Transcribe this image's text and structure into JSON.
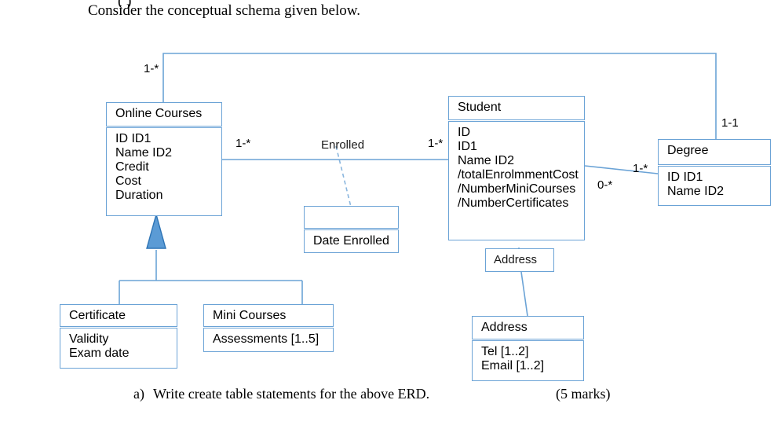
{
  "page": {
    "heading": "Consider the conceptual schema given below.",
    "question_label": "a)",
    "question_text": "Write create table statements for the above ERD.",
    "marks": "(5 marks)"
  },
  "colors": {
    "line": "#6ba3d6",
    "triangle_fill": "#5b9bd5",
    "triangle_stroke": "#2e74b5",
    "text": "#1a1a1a",
    "background": "#ffffff"
  },
  "diagram": {
    "type": "uml-class-diagram",
    "classes": [
      {
        "id": "online-courses",
        "title": "Online Courses",
        "attributes": [
          {
            "name": "ID",
            "type": "ID1"
          },
          {
            "name": "Name",
            "type": "ID2"
          },
          {
            "name": "Credit",
            "type": ""
          },
          {
            "name": "Cost",
            "type": ""
          },
          {
            "name": "Duration",
            "type": ""
          }
        ]
      },
      {
        "id": "student",
        "title": "Student",
        "attributes": [
          {
            "name": "ID",
            "type": ""
          },
          {
            "name": "ID1",
            "type": ""
          },
          {
            "name": "Name",
            "type": "ID2"
          },
          {
            "name": "/totalEnrolmmentCost",
            "type": ""
          },
          {
            "name": "/NumberMiniCourses",
            "type": ""
          },
          {
            "name": "/NumberCertificates",
            "type": ""
          }
        ]
      },
      {
        "id": "degree",
        "title": "Degree",
        "attributes": [
          {
            "name": "ID",
            "type": "ID1"
          },
          {
            "name": "Name",
            "type": "ID2"
          }
        ]
      },
      {
        "id": "certificate",
        "title": "Certificate",
        "attributes": [
          {
            "name": "Validity",
            "type": ""
          },
          {
            "name": "Exam date",
            "type": ""
          }
        ]
      },
      {
        "id": "mini-courses",
        "title": "Mini Courses",
        "attributes": [
          {
            "name": "Assessments [1..5]",
            "type": ""
          }
        ]
      },
      {
        "id": "date-enrolled",
        "title": "",
        "attributes": [
          {
            "name": "Date Enrolled",
            "type": ""
          }
        ]
      },
      {
        "id": "address-class",
        "title": "Address",
        "attributes": [
          {
            "name": "Tel [1..2]",
            "type": ""
          },
          {
            "name": "Email [1..2]",
            "type": ""
          }
        ]
      }
    ],
    "association_labels": [
      {
        "id": "enrolled",
        "text": "Enrolled"
      },
      {
        "id": "address-label",
        "text": "Address"
      }
    ],
    "multiplicities": [
      {
        "id": "mult-self-top",
        "text": "1-*"
      },
      {
        "id": "mult-courses-enrolled",
        "text": "1-*"
      },
      {
        "id": "mult-student-enrolled",
        "text": "1-*"
      },
      {
        "id": "mult-degree-top",
        "text": "1-1"
      },
      {
        "id": "mult-student-degree-upper",
        "text": "1-*"
      },
      {
        "id": "mult-student-degree-lower",
        "text": "0-*"
      }
    ]
  }
}
